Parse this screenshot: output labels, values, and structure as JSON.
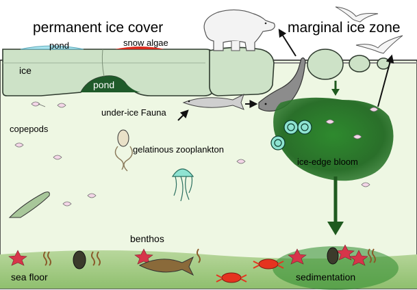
{
  "labels": {
    "permanent_ice_cover": "permanent ice cover",
    "marginal_ice_zone": "marginal ice zone",
    "pond_top": "pond",
    "snow_algae": "snow algae",
    "ice": "ice",
    "pond_under": "pond",
    "under_ice_fauna": "under-ice Fauna",
    "copepods": "copepods",
    "gelatinous_zooplankton": "gelatinous zooplankton",
    "ice_edge_bloom": "ice-edge bloom",
    "benthos": "benthos",
    "sea_floor": "sea floor",
    "sedimentation": "sedimentation"
  },
  "colors": {
    "water": "#eef7e3",
    "ice": "#cde2c7",
    "ice_edge": "#2f3b2f",
    "pond": "#a9e3ee",
    "snow_algae": "#d92b1e",
    "under_pond": "#1f5a2a",
    "bloom": "#2e7a2e",
    "seafloor": "#9cc47c",
    "crab": "#e5331f",
    "starfish": "#d7354a",
    "jellyfish": "#2a9a8c"
  }
}
